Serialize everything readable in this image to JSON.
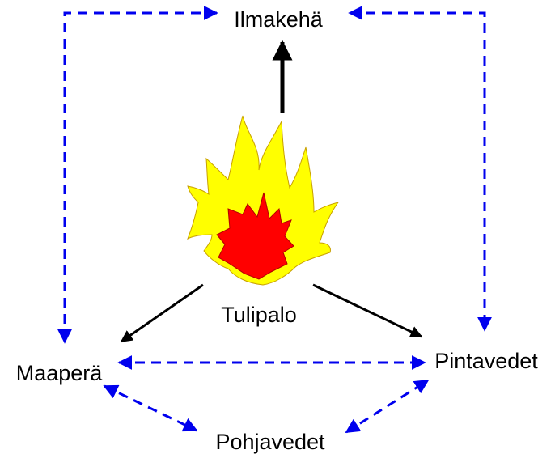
{
  "nodes": {
    "atmosphere": "Ilmakehä",
    "fire": "Tulipalo",
    "soil": "Maaperä",
    "surface_water": "Pintavedet",
    "groundwater": "Pohjavedet"
  },
  "colors": {
    "direct_arrow": "#000000",
    "exchange_arrow": "#0000ee",
    "flame_outer": "#ffff00",
    "flame_inner": "#ff0000"
  }
}
